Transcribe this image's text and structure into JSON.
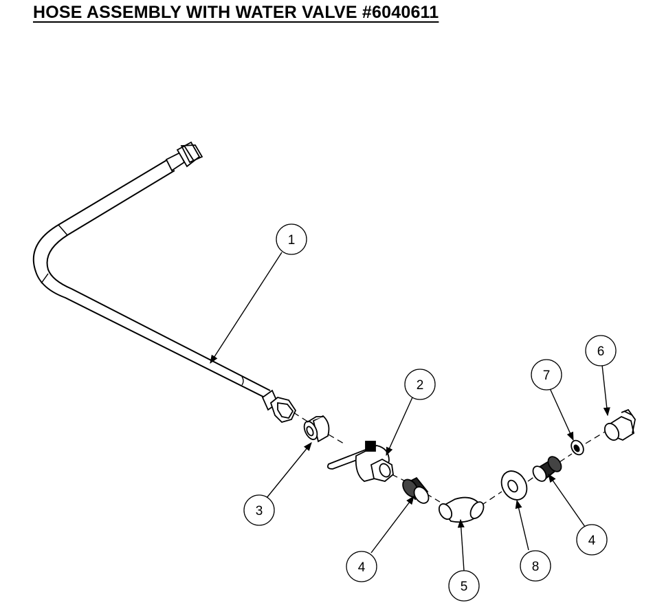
{
  "title": "HOSE ASSEMBLY WITH WATER VALVE  #6040611",
  "callouts": {
    "c1": "1",
    "c2": "2",
    "c3": "3",
    "c4a": "4",
    "c4b": "4",
    "c5": "5",
    "c6": "6",
    "c7": "7",
    "c8": "8"
  }
}
